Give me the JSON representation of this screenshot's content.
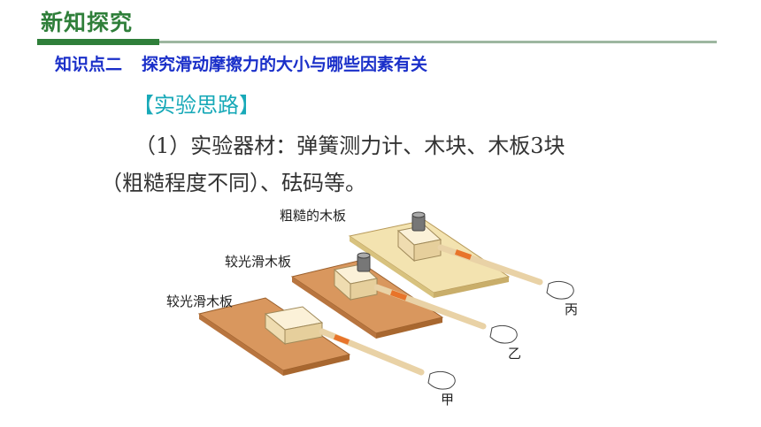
{
  "header": {
    "title": "新知探究"
  },
  "knowledge_point": {
    "index": "知识点二",
    "topic": "探究滑动摩擦力的大小与哪些因素有关"
  },
  "section": {
    "title": "【实验思路】"
  },
  "content": {
    "line1": "（1）实验器材：弹簧测力计、木块、木板3块",
    "line2": "（粗糙程度不同）、砝码等。"
  },
  "figure": {
    "label_rough": "粗糙的木板",
    "label_smooth_top": "较光滑木板",
    "label_smooth_bottom": "较光滑木板",
    "mark_bing": "丙",
    "mark_yi": "乙",
    "mark_jia": "甲",
    "colors": {
      "rough_board": "#f3e3b0",
      "smooth_board": "#d9975e",
      "block": "#f6e6c2",
      "rod": "#f1dcb6",
      "spring": "#e8742a"
    }
  }
}
